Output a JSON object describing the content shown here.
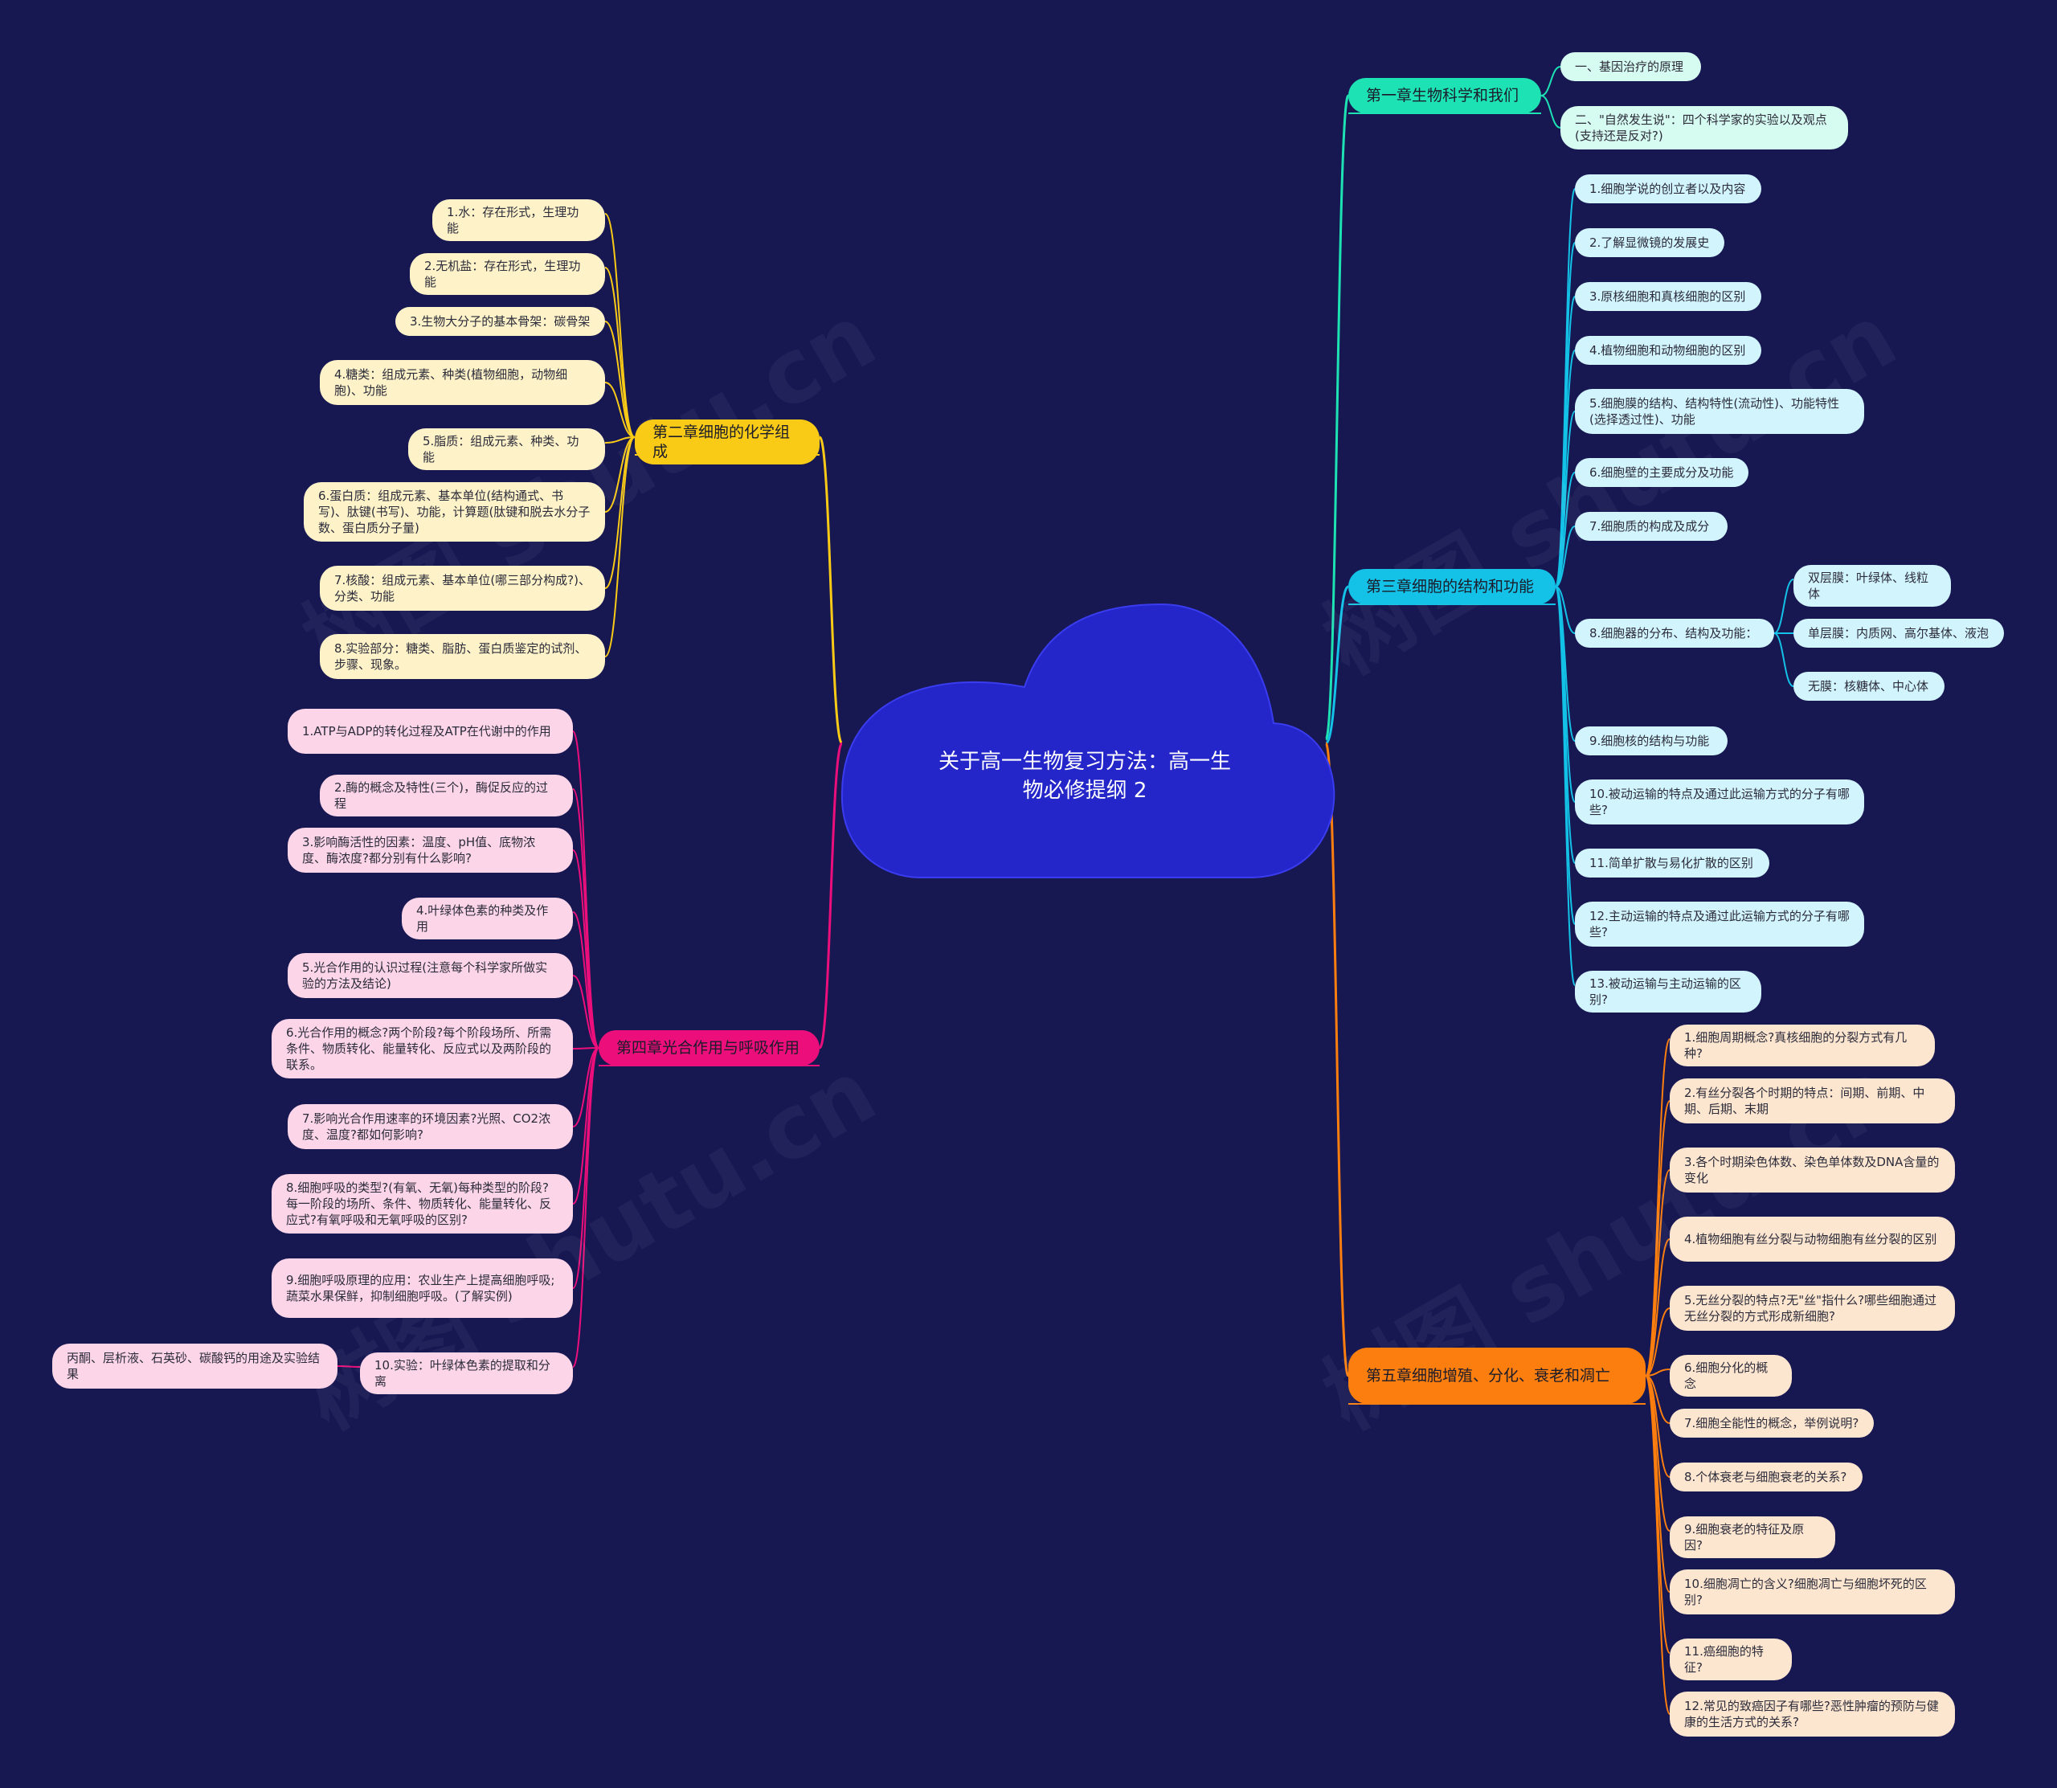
{
  "center": {
    "title": "关于高一生物复习方法：高一生物必修提纲 2"
  },
  "colors": {
    "background": "#171752",
    "center_fill": "#2426c9",
    "chapter1": "#1de3b4",
    "chapter2": "#f9cb16",
    "chapter3": "#13c2e6",
    "chapter4": "#ec0f7b",
    "chapter5": "#fb7e0f"
  },
  "watermarks": [
    "树图 shutu.cn",
    "树图 shutu.cn",
    "树图 shutu.cn",
    "树图 shutu.cn"
  ],
  "branches": [
    {
      "id": "ch1",
      "side": "right",
      "label": "第一章生物科学和我们",
      "children": [
        {
          "label": "一、基因治疗的原理"
        },
        {
          "label": "二、\"自然发生说\"：四个科学家的实验以及观点(支持还是反对?)"
        }
      ]
    },
    {
      "id": "ch2",
      "side": "left",
      "label": "第二章细胞的化学组成",
      "children": [
        {
          "label": "1.水：存在形式，生理功能"
        },
        {
          "label": "2.无机盐：存在形式，生理功能"
        },
        {
          "label": "3.生物大分子的基本骨架：碳骨架"
        },
        {
          "label": "4.糖类：组成元素、种类(植物细胞，动物细胞)、功能"
        },
        {
          "label": "5.脂质：组成元素、种类、功能"
        },
        {
          "label": "6.蛋白质：组成元素、基本单位(结构通式、书写)、肽键(书写)、功能，计算题(肽键和脱去水分子数、蛋白质分子量)"
        },
        {
          "label": "7.核酸：组成元素、基本单位(哪三部分构成?)、分类、功能"
        },
        {
          "label": "8.实验部分：糖类、脂肪、蛋白质鉴定的试剂、步骤、现象。"
        }
      ]
    },
    {
      "id": "ch3",
      "side": "right",
      "label": "第三章细胞的结构和功能",
      "children": [
        {
          "label": "1.细胞学说的创立者以及内容"
        },
        {
          "label": "2.了解显微镜的发展史"
        },
        {
          "label": "3.原核细胞和真核细胞的区别"
        },
        {
          "label": "4.植物细胞和动物细胞的区别"
        },
        {
          "label": "5.细胞膜的结构、结构特性(流动性)、功能特性(选择透过性)、功能"
        },
        {
          "label": "6.细胞壁的主要成分及功能"
        },
        {
          "label": "7.细胞质的构成及成分"
        },
        {
          "label": "8.细胞器的分布、结构及功能：",
          "children": [
            {
              "label": "双层膜：叶绿体、线粒体"
            },
            {
              "label": "单层膜：内质网、高尔基体、液泡"
            },
            {
              "label": "无膜：核糖体、中心体"
            }
          ]
        },
        {
          "label": "9.细胞核的结构与功能"
        },
        {
          "label": "10.被动运输的特点及通过此运输方式的分子有哪些?"
        },
        {
          "label": "11.简单扩散与易化扩散的区别"
        },
        {
          "label": "12.主动运输的特点及通过此运输方式的分子有哪些?"
        },
        {
          "label": "13.被动运输与主动运输的区别?"
        }
      ]
    },
    {
      "id": "ch4",
      "side": "left",
      "label": "第四章光合作用与呼吸作用",
      "children": [
        {
          "label": "1.ATP与ADP的转化过程及ATP在代谢中的作用"
        },
        {
          "label": "2.酶的概念及特性(三个)，酶促反应的过程"
        },
        {
          "label": "3.影响酶活性的因素：温度、pH值、底物浓度、酶浓度?都分别有什么影响?"
        },
        {
          "label": "4.叶绿体色素的种类及作用"
        },
        {
          "label": "5.光合作用的认识过程(注意每个科学家所做实验的方法及结论)"
        },
        {
          "label": "6.光合作用的概念?两个阶段?每个阶段场所、所需条件、物质转化、能量转化、反应式以及两阶段的联系。"
        },
        {
          "label": "7.影响光合作用速率的环境因素?光照、CO2浓度、温度?都如何影响?"
        },
        {
          "label": "8.细胞呼吸的类型?(有氧、无氧)每种类型的阶段?每一阶段的场所、条件、物质转化、能量转化、反应式?有氧呼吸和无氧呼吸的区别?"
        },
        {
          "label": "9.细胞呼吸原理的应用：农业生产上提高细胞呼吸;蔬菜水果保鲜，抑制细胞呼吸。(了解实例)"
        },
        {
          "label": "10.实验：叶绿体色素的提取和分离",
          "children": [
            {
              "label": "丙酮、层析液、石英砂、碳酸钙的用途及实验结果"
            }
          ]
        }
      ]
    },
    {
      "id": "ch5",
      "side": "right",
      "label": "第五章细胞增殖、分化、衰老和凋亡",
      "children": [
        {
          "label": "1.细胞周期概念?真核细胞的分裂方式有几种?"
        },
        {
          "label": "2.有丝分裂各个时期的特点：间期、前期、中期、后期、末期"
        },
        {
          "label": "3.各个时期染色体数、染色单体数及DNA含量的变化"
        },
        {
          "label": "4.植物细胞有丝分裂与动物细胞有丝分裂的区别"
        },
        {
          "label": "5.无丝分裂的特点?无\"丝\"指什么?哪些细胞通过无丝分裂的方式形成新细胞?"
        },
        {
          "label": "6.细胞分化的概念"
        },
        {
          "label": "7.细胞全能性的概念，举例说明?"
        },
        {
          "label": "8.个体衰老与细胞衰老的关系?"
        },
        {
          "label": "9.细胞衰老的特征及原因?"
        },
        {
          "label": "10.细胞凋亡的含义?细胞凋亡与细胞坏死的区别?"
        },
        {
          "label": "11.癌细胞的特征?"
        },
        {
          "label": "12.常见的致癌因子有哪些?恶性肿瘤的预防与健康的生活方式的关系?"
        }
      ]
    }
  ]
}
